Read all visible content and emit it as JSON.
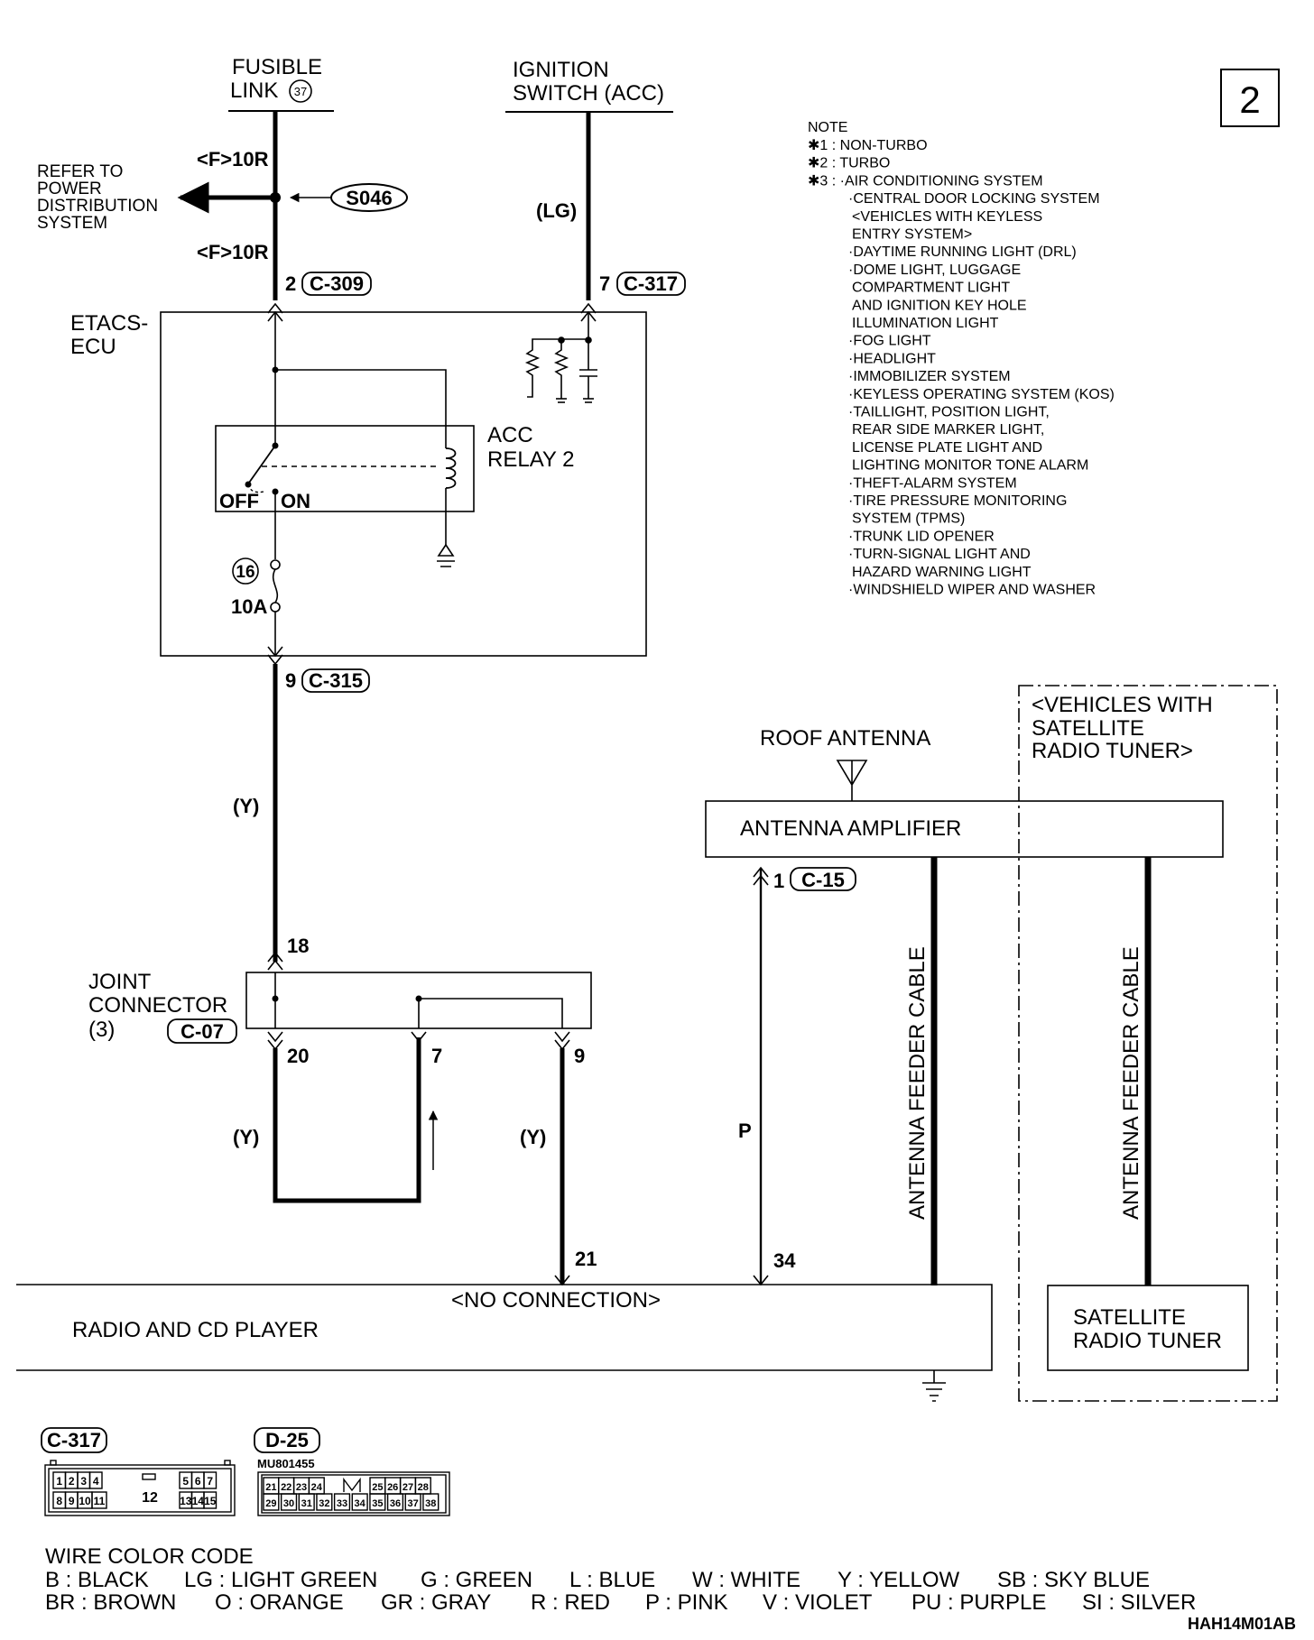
{
  "page_number": "2",
  "drawing_id": "HAH14M01AB",
  "sources": {
    "fusible_link": {
      "line1": "FUSIBLE",
      "line2": "LINK",
      "circle_no": "37"
    },
    "ignition_switch": {
      "line1": "IGNITION",
      "line2": "SWITCH (ACC)"
    }
  },
  "refer_note": [
    "REFER TO",
    "POWER",
    "DISTRIBUTION",
    "SYSTEM"
  ],
  "splice": {
    "id": "S046"
  },
  "wire_labels": {
    "f10r_top": "<F>10R",
    "f10r_bottom": "<F>10R",
    "lg": "(LG)",
    "y_upper": "(Y)",
    "y_left": "(Y)",
    "y_mid": "(Y)",
    "p": "P"
  },
  "connectors": {
    "c309": {
      "pin": "2",
      "id": "C-309"
    },
    "c317": {
      "pin": "7",
      "id": "C-317"
    },
    "c315": {
      "pin": "9",
      "id": "C-315"
    },
    "c15": {
      "pin": "1",
      "id": "C-15"
    },
    "c07": {
      "id": "C-07"
    }
  },
  "etacs": {
    "line1": "ETACS-",
    "line2": "ECU"
  },
  "relay": {
    "line1": "ACC",
    "line2": "RELAY 2",
    "off": "OFF",
    "on": "ON"
  },
  "fuse": {
    "number": "16",
    "rating": "10A"
  },
  "joint_connector": {
    "line1": "JOINT",
    "line2": "CONNECTOR",
    "line3": "(3)",
    "pins": [
      "18",
      "20",
      "7",
      "9"
    ]
  },
  "radio": {
    "label": "RADIO AND CD PLAYER",
    "no_connection": "<NO CONNECTION>",
    "pins": [
      "21",
      "34"
    ]
  },
  "antenna": {
    "roof": "ROOF ANTENNA",
    "amplifier": "ANTENNA AMPLIFIER",
    "feeder_cable": "ANTENNA FEEDER CABLE"
  },
  "satellite": {
    "group_title": [
      "<VEHICLES WITH",
      "SATELLITE",
      "RADIO TUNER>"
    ],
    "tuner": [
      "SATELLITE",
      "RADIO TUNER"
    ]
  },
  "note": {
    "title": "NOTE",
    "lines": [
      "✱1 : NON-TURBO",
      "✱2 : TURBO",
      "✱3 : ·AIR CONDITIONING SYSTEM",
      "·CENTRAL DOOR LOCKING SYSTEM",
      "<VEHICLES WITH KEYLESS",
      "ENTRY SYSTEM>",
      "·DAYTIME RUNNING LIGHT (DRL)",
      "·DOME LIGHT, LUGGAGE",
      "COMPARTMENT LIGHT",
      "AND IGNITION KEY HOLE",
      "ILLUMINATION LIGHT",
      "·FOG LIGHT",
      "·HEADLIGHT",
      "·IMMOBILIZER SYSTEM",
      "·KEYLESS OPERATING SYSTEM (KOS)",
      "·TAILLIGHT, POSITION LIGHT,",
      "REAR SIDE MARKER LIGHT,",
      "LICENSE PLATE LIGHT AND",
      "LIGHTING MONITOR TONE ALARM",
      "·THEFT-ALARM SYSTEM",
      "·TIRE PRESSURE MONITORING",
      "SYSTEM (TPMS)",
      "·TRUNK LID OPENER",
      "·TURN-SIGNAL LIGHT AND",
      "HAZARD WARNING LIGHT",
      "·WINDSHIELD WIPER AND WASHER"
    ]
  },
  "connector_views": {
    "c317": {
      "id": "C-317",
      "row1": [
        "1",
        "2",
        "3",
        "4",
        "5",
        "6",
        "7"
      ],
      "row2": [
        "8",
        "9",
        "10",
        "11",
        "13",
        "14",
        "15"
      ],
      "center": "12"
    },
    "d25": {
      "id": "D-25",
      "part": "MU801455",
      "row1": [
        "21",
        "22",
        "23",
        "24",
        "25",
        "26",
        "27",
        "28"
      ],
      "row2": [
        "29",
        "30",
        "31",
        "32",
        "33",
        "34",
        "35",
        "36",
        "37",
        "38"
      ]
    }
  },
  "wire_color_code": {
    "title": "WIRE COLOR CODE",
    "row1": [
      "B : BLACK",
      "LG : LIGHT GREEN",
      "G : GREEN",
      "L : BLUE",
      "W : WHITE",
      "Y : YELLOW",
      "SB : SKY BLUE"
    ],
    "row2": [
      "BR : BROWN",
      "O : ORANGE",
      "GR : GRAY",
      "R : RED",
      "P : PINK",
      "V : VIOLET",
      "PU : PURPLE",
      "SI : SILVER"
    ]
  }
}
